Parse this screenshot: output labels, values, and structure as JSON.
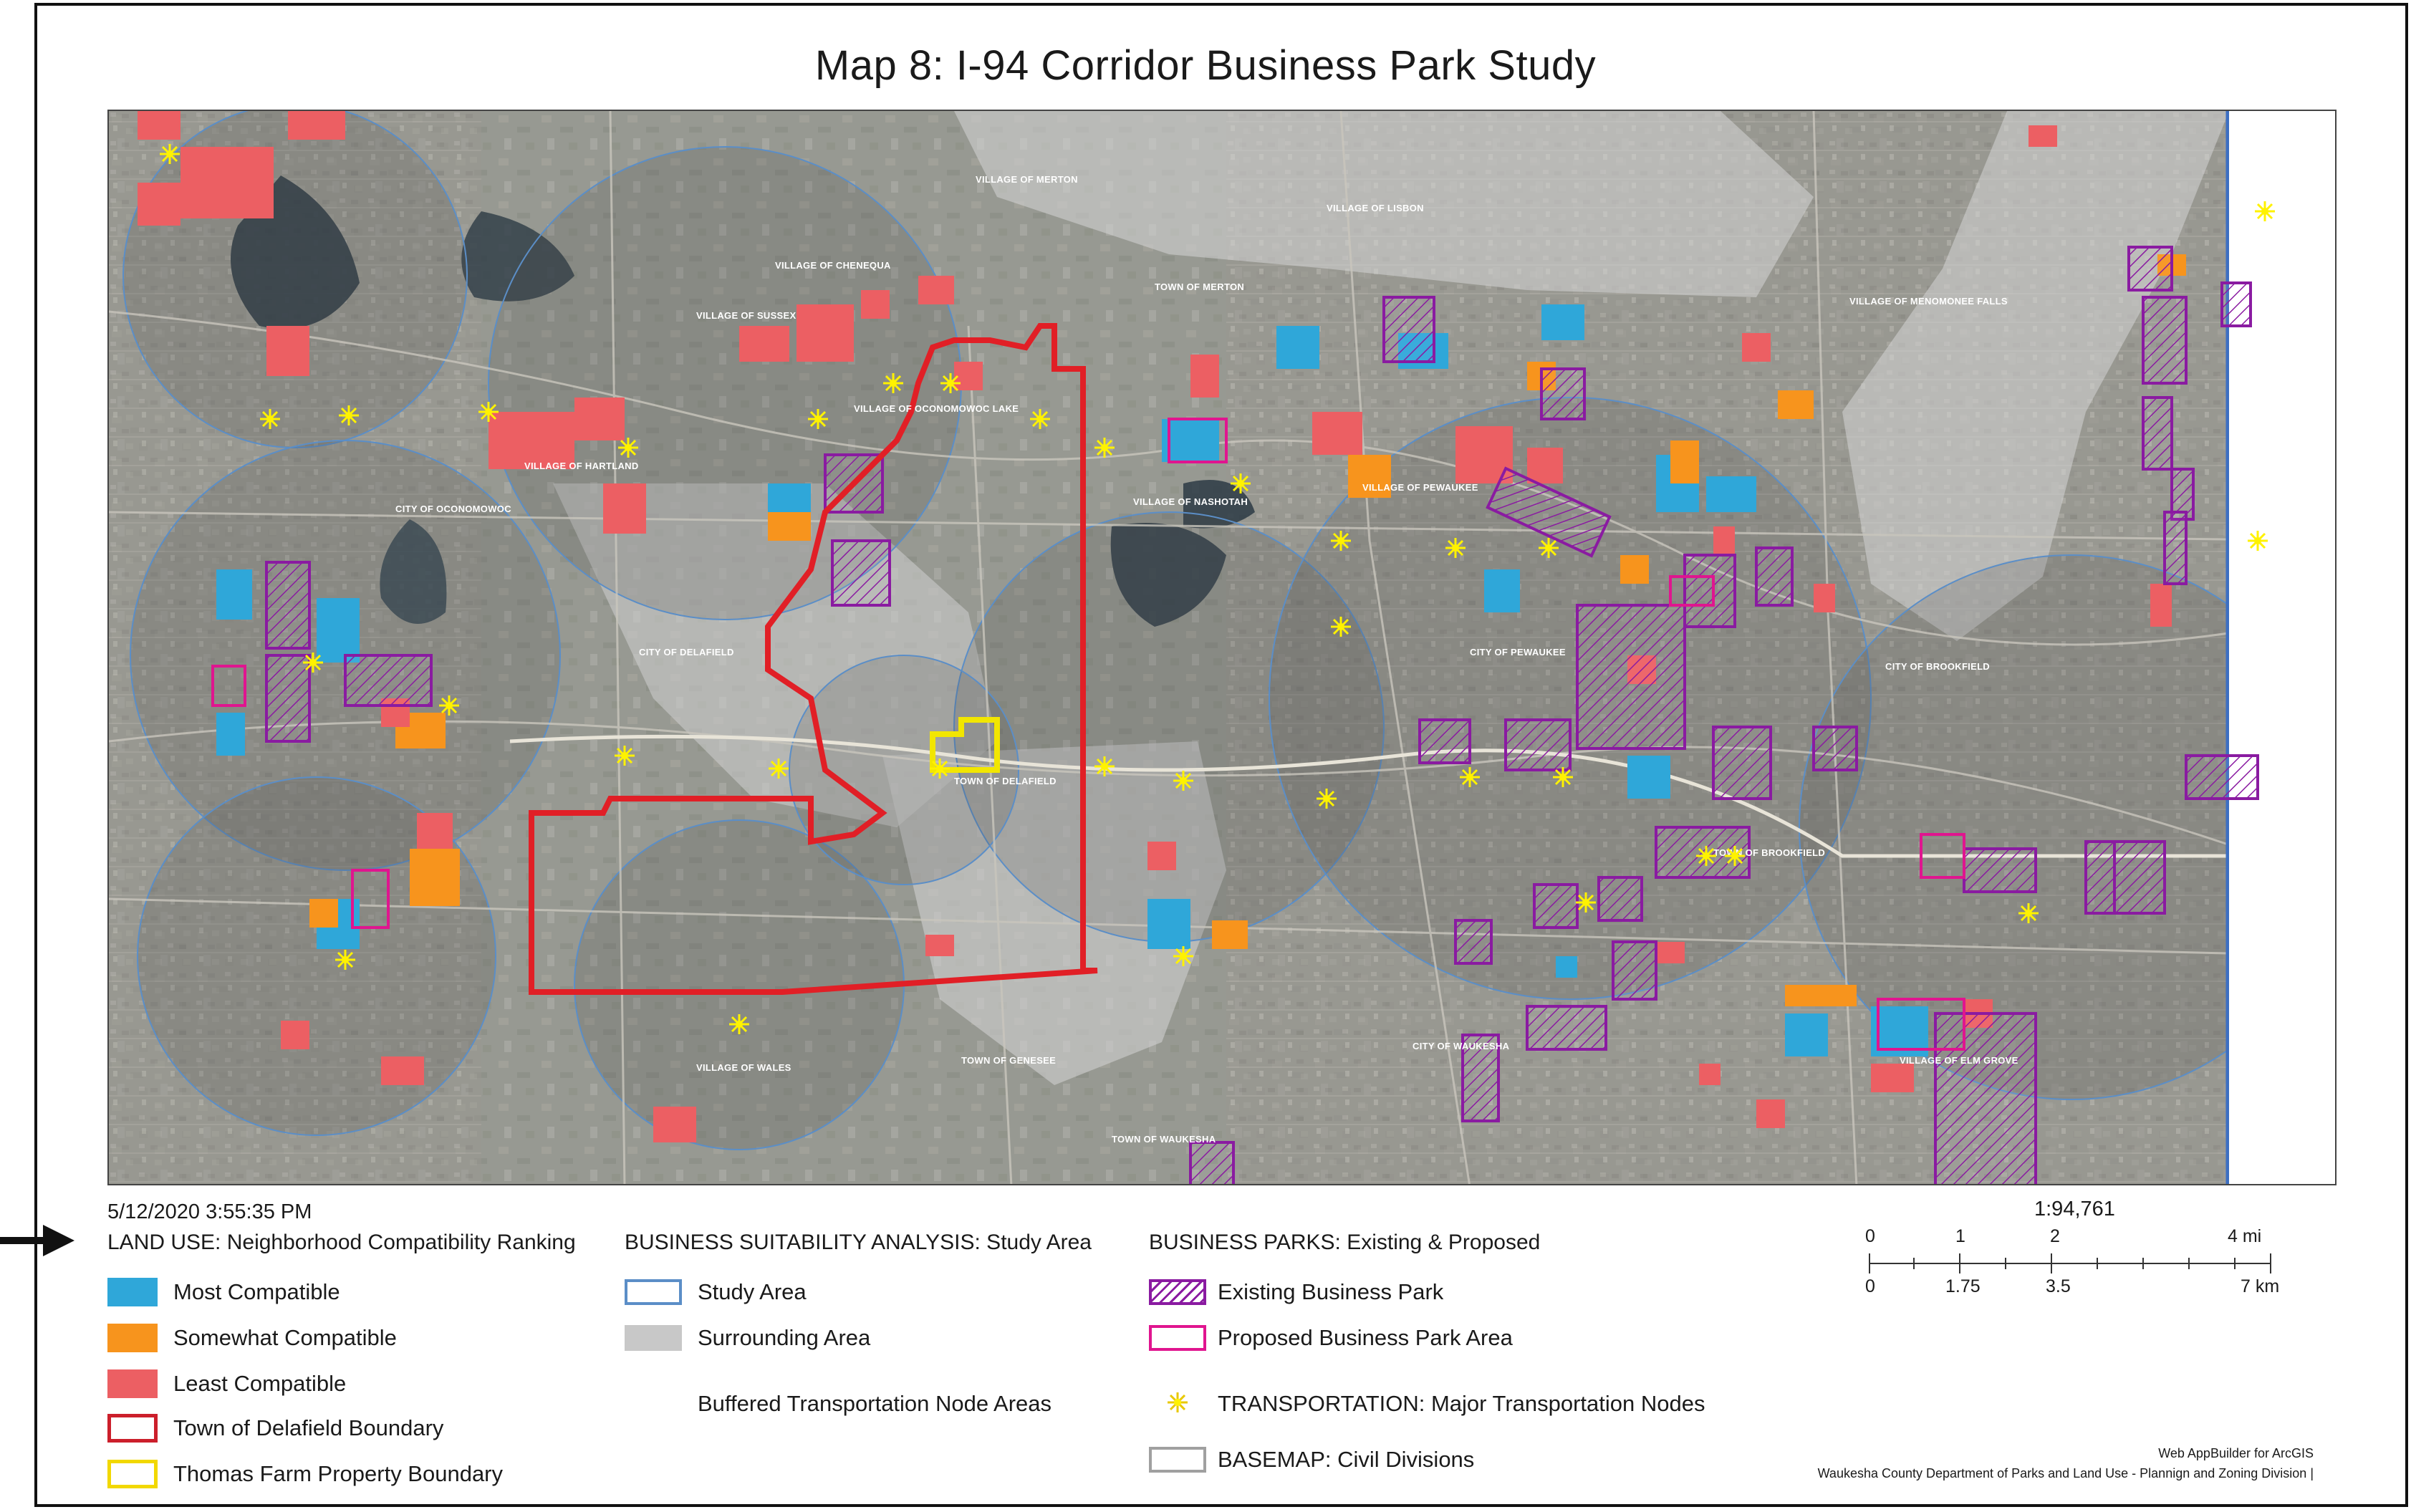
{
  "title": "Map 8: I-94 Corridor Business Park Study",
  "timestamp": "5/12/2020 3:55:35 PM",
  "place_labels": [
    "VILLAGE OF MERTON",
    "VILLAGE OF LISBON",
    "VILLAGE OF CHENEQUA",
    "VILLAGE OF OCONOMOWOC LAKE",
    "TOWN OF MERTON",
    "VILLAGE OF MENOMONEE FALLS",
    "VILLAGE OF HARTLAND",
    "VILLAGE OF NASHOTAH",
    "VILLAGE OF PEWAUKEE",
    "VILLAGE OF SUSSEX",
    "CITY OF OCONOMOWOC",
    "TOWN OF DELAFIELD",
    "CITY OF DELAFIELD",
    "CITY OF PEWAUKEE",
    "CITY OF BROOKFIELD",
    "TOWN OF BROOKFIELD",
    "CITY OF WAUKESHA",
    "VILLAGE OF ELM GROVE",
    "VILLAGE OF WALES",
    "TOWN OF GENESEE",
    "TOWN OF WAUKESHA"
  ],
  "legend": {
    "land_use": {
      "heading": "LAND USE: Neighborhood Compatibility Ranking",
      "items": [
        "Most Compatible",
        "Somewhat Compatible",
        "Least Compatible",
        "Town of Delafield  Boundary",
        "Thomas Farm Property Boundary"
      ]
    },
    "suitability": {
      "heading": "BUSINESS SUITABILITY ANALYSIS: Study Area",
      "items": [
        "Study Area",
        "Surrounding Area",
        "Buffered Transportation Node Areas"
      ]
    },
    "business_parks": {
      "heading": "BUSINESS PARKS: Existing & Proposed",
      "items": [
        "Existing Business Park",
        "Proposed Business Park Area",
        "TRANSPORTATION: Major Transportation Nodes",
        "BASEMAP: Civil Divisions"
      ]
    }
  },
  "scale": {
    "ratio": "1:94,761",
    "mi_labels": [
      "0",
      "1",
      "2",
      "4 mi"
    ],
    "km_labels": [
      "0",
      "1.75",
      "3.5",
      "7 km"
    ]
  },
  "credits": {
    "line1": "Web AppBuilder for ArcGIS",
    "line2": "Waukesha County Department of Parks and Land Use - Plannign and Zoning Division  |"
  },
  "colors": {
    "most_compatible": "#2fa7d9",
    "somewhat_compatible": "#f7941d",
    "least_compatible": "#ec5f63",
    "town_boundary": "#cc1f2b",
    "thomas_farm": "#f2d800",
    "study_area": "#5b8ec7",
    "surrounding_area": "#c8c8c8",
    "existing_park": "#8a1ba1",
    "proposed_park": "#e0158f",
    "transport_node": "#fff200",
    "civil_division": "#a0a0a0"
  }
}
